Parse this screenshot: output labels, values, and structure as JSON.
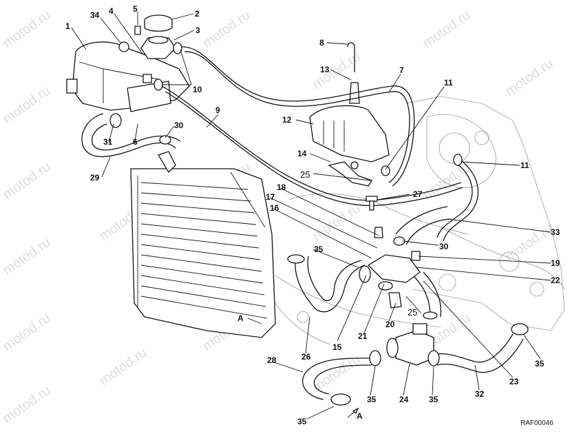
{
  "watermark": {
    "text": "motod.ru"
  },
  "diagram": {
    "reference_code": "RAF00046",
    "callouts": [
      {
        "id": "c1",
        "label": "1"
      },
      {
        "id": "c34",
        "label": "34"
      },
      {
        "id": "c4",
        "label": "4"
      },
      {
        "id": "c5",
        "label": "5"
      },
      {
        "id": "c2",
        "label": "2"
      },
      {
        "id": "c3",
        "label": "3"
      },
      {
        "id": "c10",
        "label": "10"
      },
      {
        "id": "c8",
        "label": "8"
      },
      {
        "id": "c13",
        "label": "13"
      },
      {
        "id": "c7",
        "label": "7"
      },
      {
        "id": "c11a",
        "label": "11"
      },
      {
        "id": "c12",
        "label": "12"
      },
      {
        "id": "c9",
        "label": "9"
      },
      {
        "id": "c30a",
        "label": "30"
      },
      {
        "id": "c31",
        "label": "31"
      },
      {
        "id": "c6",
        "label": "6"
      },
      {
        "id": "c29",
        "label": "29"
      },
      {
        "id": "c14",
        "label": "14"
      },
      {
        "id": "c25a",
        "label": "25"
      },
      {
        "id": "c11b",
        "label": "11"
      },
      {
        "id": "c18",
        "label": "18"
      },
      {
        "id": "c17",
        "label": "17"
      },
      {
        "id": "c27",
        "label": "27"
      },
      {
        "id": "c16",
        "label": "16"
      },
      {
        "id": "c33",
        "label": "33"
      },
      {
        "id": "c35a",
        "label": "35"
      },
      {
        "id": "c30b",
        "label": "30"
      },
      {
        "id": "c19",
        "label": "19"
      },
      {
        "id": "c22",
        "label": "22"
      },
      {
        "id": "cA1",
        "label": "A"
      },
      {
        "id": "c20",
        "label": "20"
      },
      {
        "id": "c25b",
        "label": "25"
      },
      {
        "id": "c21",
        "label": "21"
      },
      {
        "id": "c15",
        "label": "15"
      },
      {
        "id": "c26",
        "label": "26"
      },
      {
        "id": "c35b",
        "label": "35"
      },
      {
        "id": "c23",
        "label": "23"
      },
      {
        "id": "c28",
        "label": "28"
      },
      {
        "id": "c35c",
        "label": "35"
      },
      {
        "id": "c24",
        "label": "24"
      },
      {
        "id": "c35d",
        "label": "35"
      },
      {
        "id": "c32",
        "label": "32"
      },
      {
        "id": "c35e",
        "label": "35"
      },
      {
        "id": "cA2",
        "label": "A"
      }
    ]
  }
}
